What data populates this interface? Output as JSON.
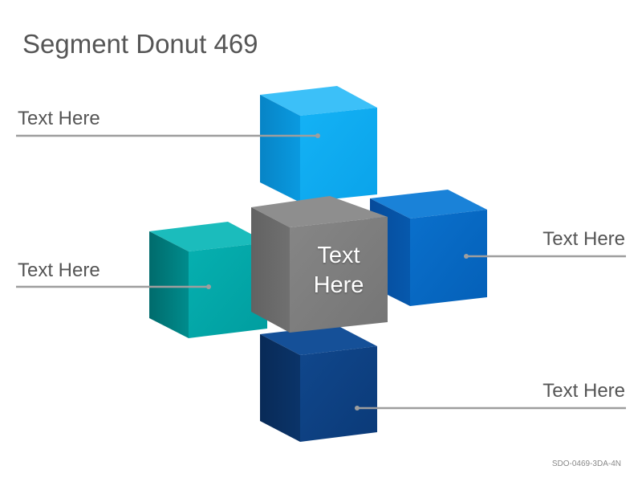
{
  "title": "Segment Donut 469",
  "center_label": {
    "line1": "Text",
    "line2": "Here"
  },
  "callouts": {
    "top_left": "Text Here",
    "mid_left": "Text Here",
    "mid_right": "Text Here",
    "bottom_right": "Text Here"
  },
  "footer_code": "SDO-0469-3DA-4N",
  "colors": {
    "top_cube": "#0ea9ef",
    "left_cube": "#00a6a7",
    "center_cube": "#7f7f7f",
    "right_cube": "#0469c4",
    "bottom_cube": "#0d3f80",
    "connector": "#9e9e9e"
  }
}
